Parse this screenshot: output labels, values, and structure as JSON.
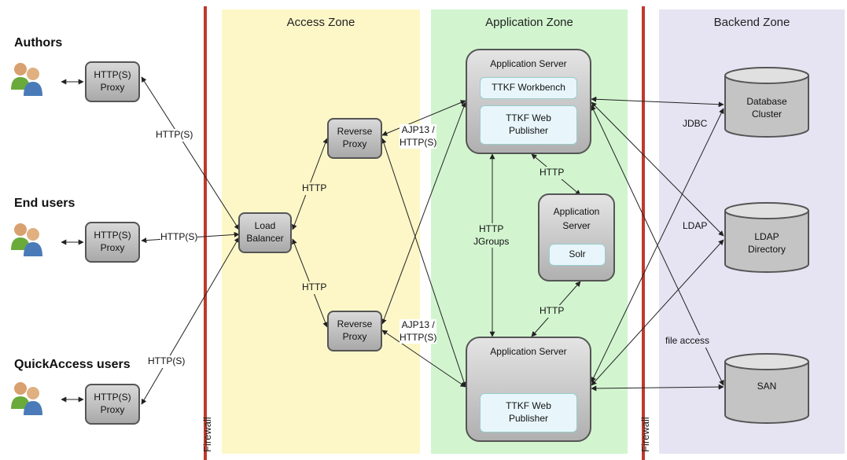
{
  "zones": {
    "access": "Access Zone",
    "application": "Application Zone",
    "backend": "Backend Zone"
  },
  "firewall_label": "Firewall",
  "users": {
    "authors": "Authors",
    "end_users": "End users",
    "quickaccess": "QuickAccess users"
  },
  "proxy_label_1": "HTTP(S)",
  "proxy_label_2": "Proxy",
  "load_balancer": {
    "line1": "Load",
    "line2": "Balancer"
  },
  "reverse_proxy": {
    "line1": "Reverse",
    "line2": "Proxy"
  },
  "app_server_title": "Application Server",
  "solr_server": {
    "line1": "Application",
    "line2": "Server",
    "component": "Solr"
  },
  "components": {
    "workbench": "TTKF Workbench",
    "web_publisher_1": "TTKF Web",
    "web_publisher_2": "Publisher"
  },
  "backend": {
    "db_1": "Database",
    "db_2": "Cluster",
    "ldap_1": "LDAP",
    "ldap_2": "Directory",
    "san": "SAN"
  },
  "links": {
    "https": "HTTP(S)",
    "http": "HTTP",
    "ajp_1": "AJP13 /",
    "ajp_2": "HTTP(S)",
    "jgroups_1": "HTTP",
    "jgroups_2": "JGroups",
    "jdbc": "JDBC",
    "ldap": "LDAP",
    "file_access": "file access"
  },
  "colors": {
    "access_zone": "#fdf7c8",
    "application_zone": "#d2f5cf",
    "backend_zone": "#e6e4f3",
    "firewall": "#c0392b",
    "component_fill": "#e8f6fb"
  }
}
